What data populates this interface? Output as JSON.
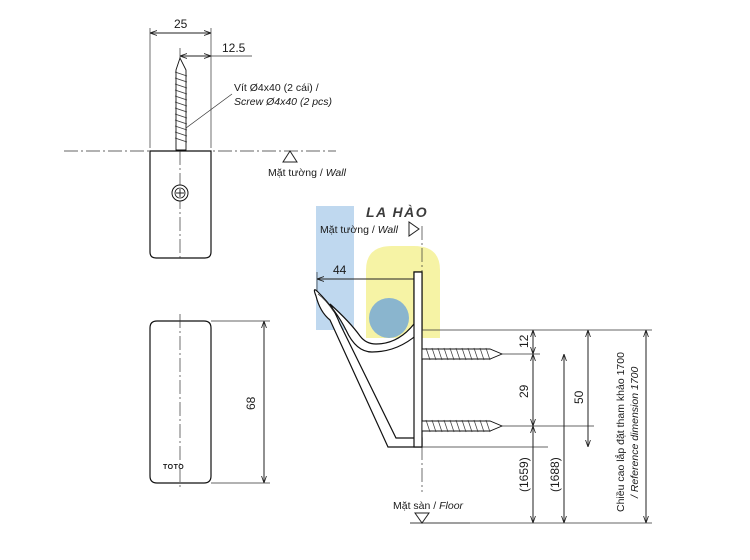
{
  "dimensions": {
    "top_width": "25",
    "top_half": "12.5",
    "height_68": "68",
    "depth_44": "44",
    "dim_12": "12",
    "dim_29": "29",
    "dim_50": "50",
    "dim_1659": "(1659)",
    "dim_1688": "(1688)"
  },
  "labels": {
    "screw_vn": "Vít Ø4x40 (2 cái) /",
    "screw_en": "Screw Ø4x40 (2 pcs)",
    "wall_top_vn": "Mặt tường / ",
    "wall_top_en": "Wall",
    "wall_side_vn": "Mặt tường / ",
    "wall_side_en": "Wall",
    "floor_vn": "Mặt sàn / ",
    "floor_en": "Floor",
    "ref_height_vn": "Chiều cao lắp đặt tham khảo 1700",
    "ref_height_en": "/ Reference dimension 1700",
    "brand_mark": "TOTO"
  },
  "watermark": {
    "text": "LA HÀO",
    "colors": {
      "blue": "#5b9bd5",
      "yellow": "#f3ee7a",
      "text_blue": "#2e86de"
    }
  }
}
